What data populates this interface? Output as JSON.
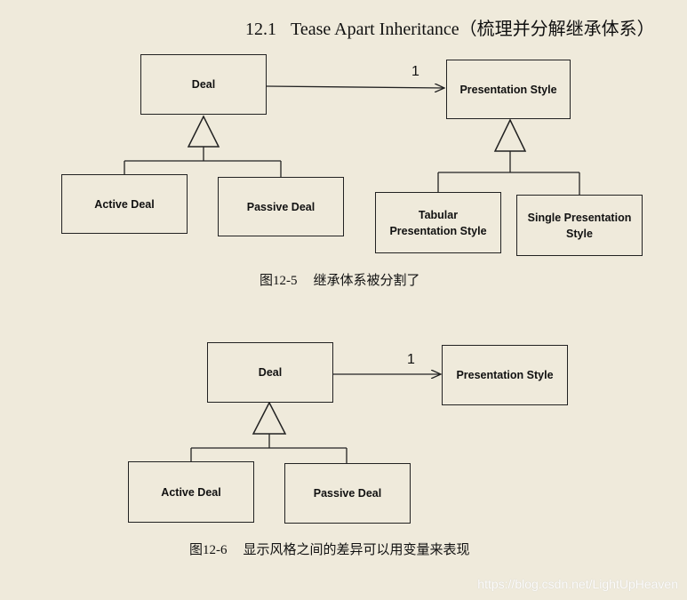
{
  "heading": {
    "number": "12.1",
    "title": "Tease Apart Inheritance（梳理并分解继承体系）"
  },
  "figure_5": {
    "deal": "Deal",
    "multiplicity": "1",
    "presentation_style": "Presentation Style",
    "active_deal": "Active Deal",
    "passive_deal": "Passive Deal",
    "tabular_line1": "Tabular",
    "tabular_line2": "Presentation Style",
    "single_line1": "Single Presentation",
    "single_line2": "Style",
    "caption_number": "图12-5",
    "caption_text": "继承体系被分割了"
  },
  "figure_6": {
    "deal": "Deal",
    "multiplicity": "1",
    "presentation_style": "Presentation Style",
    "active_deal": "Active Deal",
    "passive_deal": "Passive Deal",
    "caption_number": "图12-6",
    "caption_text": "显示风格之间的差异可以用变量来表现"
  },
  "watermark": "https://blog.csdn.net/LightUpHeaven"
}
